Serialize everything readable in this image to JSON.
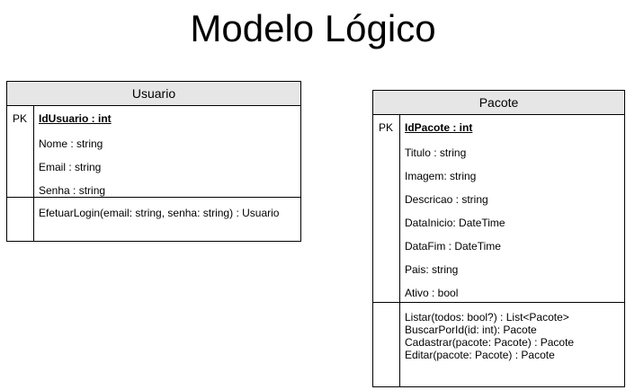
{
  "title": "Modelo Lógico",
  "entities": {
    "usuario": {
      "name": "Usuario",
      "key_label": "PK",
      "attributes": [
        "IdUsuario : int",
        "Nome : string",
        "Email : string",
        "Senha : string"
      ],
      "methods": [
        "EfetuarLogin(email: string, senha: string) : Usuario"
      ]
    },
    "pacote": {
      "name": "Pacote",
      "key_label": "PK",
      "attributes": [
        "IdPacote : int",
        "Titulo : string",
        "Imagem: string",
        "Descricao : string",
        "DataInicio: DateTime",
        "DataFim : DateTime",
        "Pais: string",
        "Ativo : bool"
      ],
      "methods": [
        "Listar(todos: bool?) : List<Pacote>",
        "BuscarPorId(id: int): Pacote",
        "Cadastrar(pacote: Pacote) : Pacote",
        "Editar(pacote: Pacote) : Pacote"
      ]
    }
  }
}
